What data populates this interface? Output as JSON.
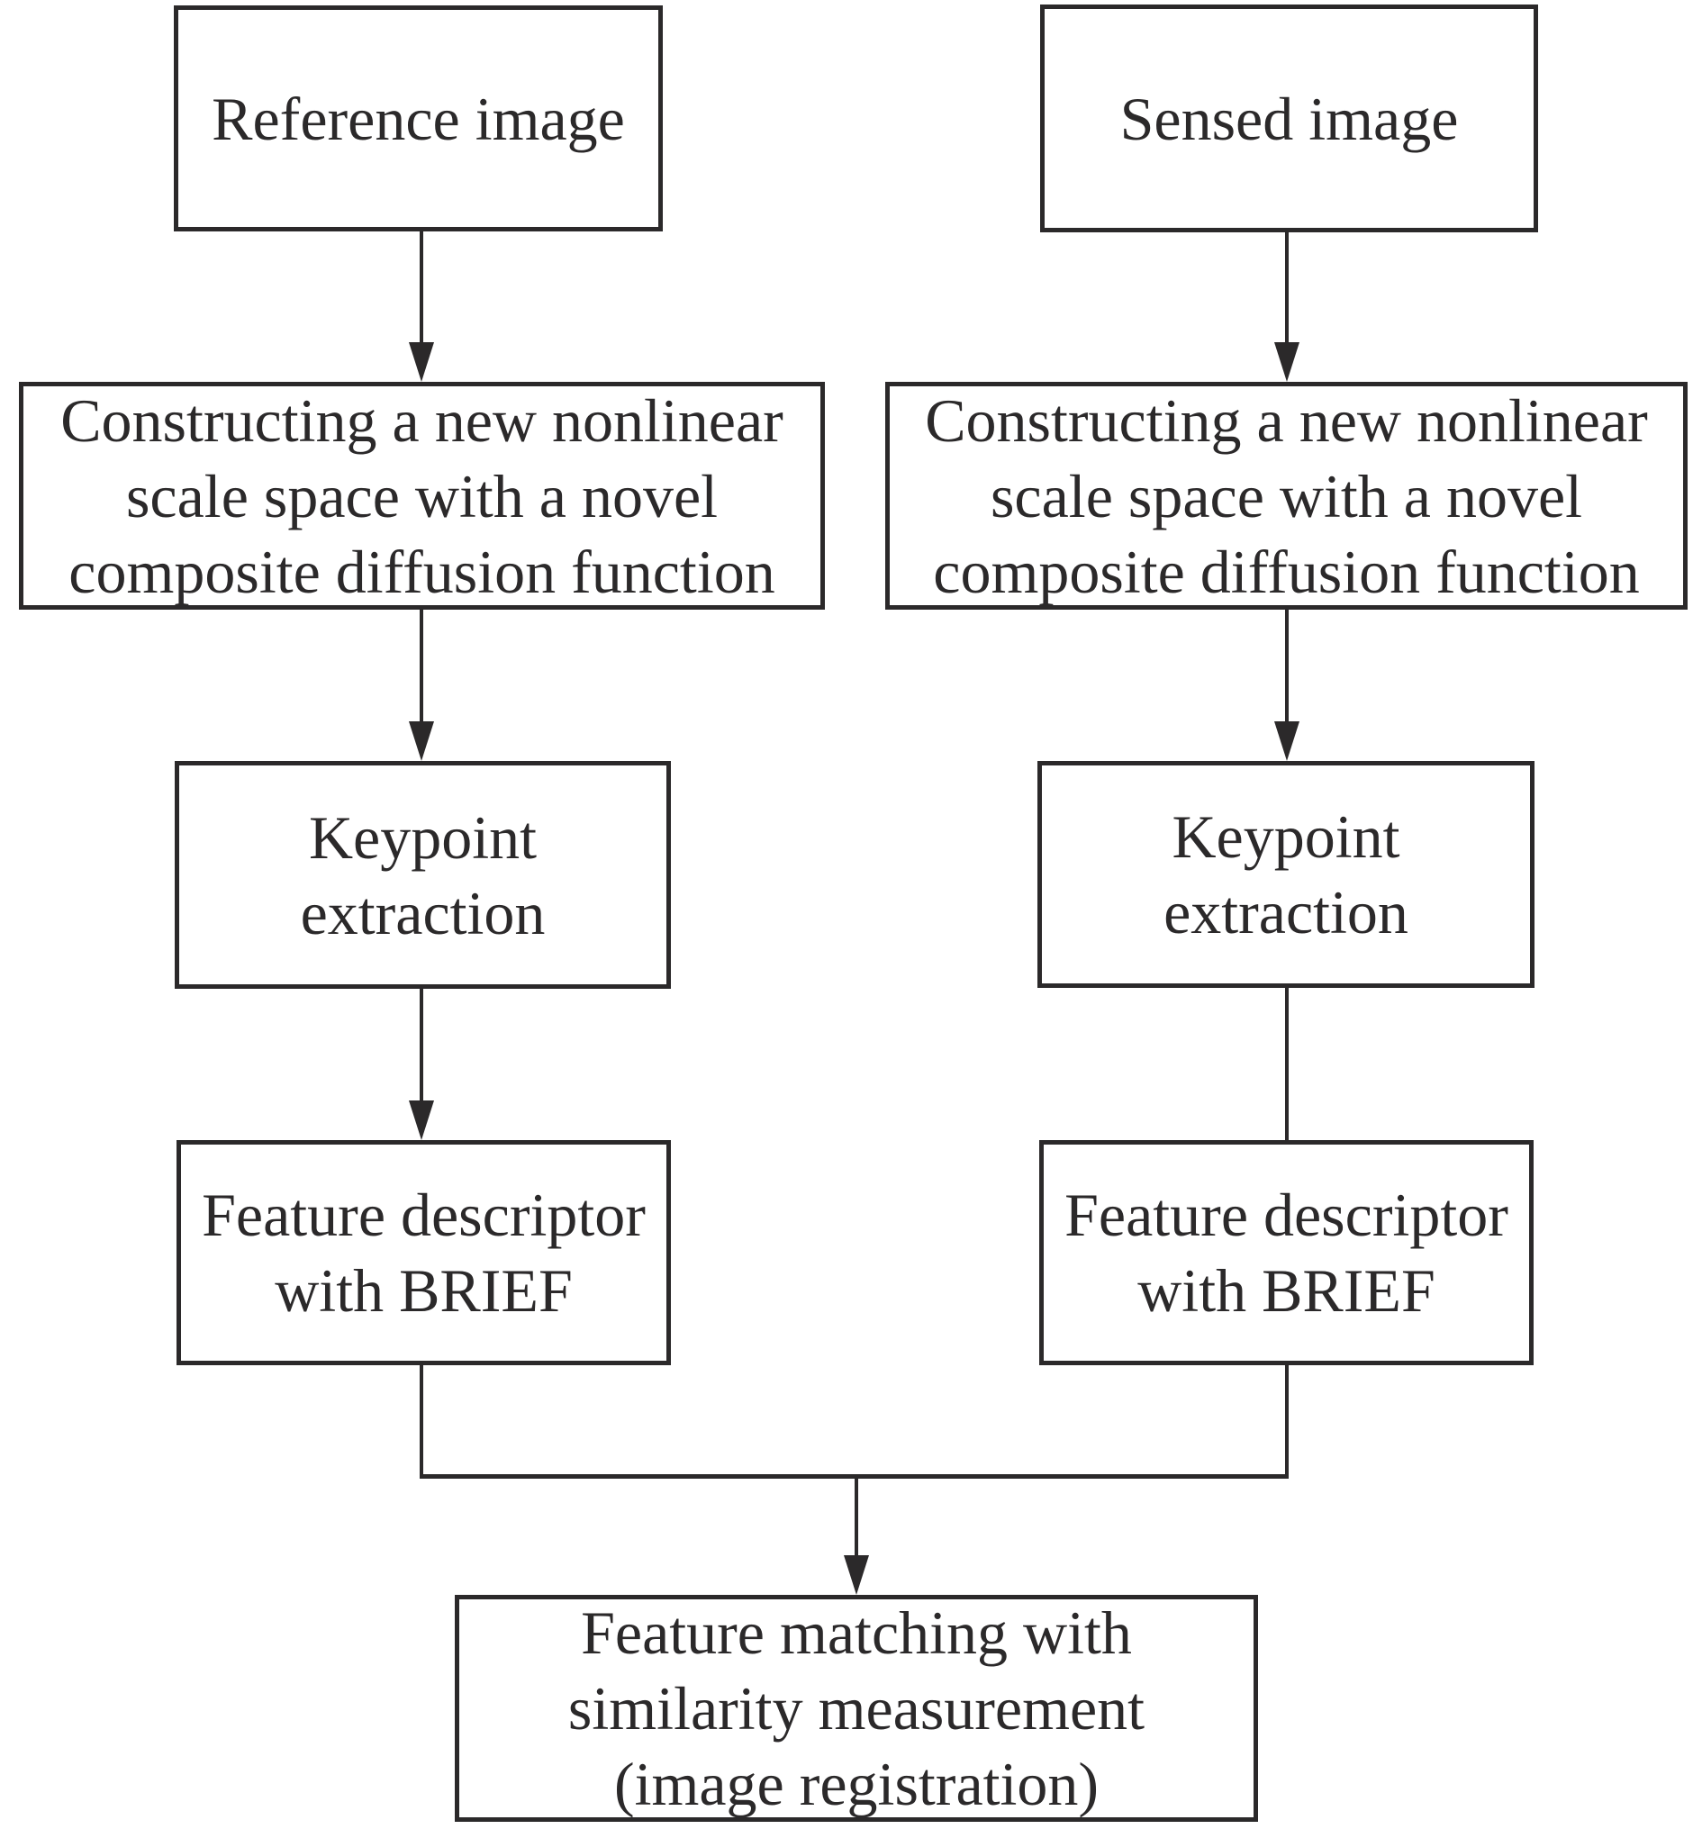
{
  "diagram": {
    "type": "flowchart",
    "colors": {
      "background": "#ffffff",
      "stroke": "#2b292a",
      "text": "#2b292a"
    },
    "nodes": {
      "reference_image": {
        "lines": [
          "Reference image"
        ]
      },
      "sensed_image": {
        "lines": [
          "Sensed image"
        ]
      },
      "construct_scale_space_left": {
        "lines": [
          "Constructing a new nonlinear",
          "scale space with a novel",
          "composite diffusion function"
        ]
      },
      "construct_scale_space_right": {
        "lines": [
          "Constructing a new nonlinear",
          "scale space with a novel",
          "composite diffusion function"
        ]
      },
      "keypoint_extraction_left": {
        "lines": [
          "Keypoint",
          "extraction"
        ]
      },
      "keypoint_extraction_right": {
        "lines": [
          "Keypoint",
          "extraction"
        ]
      },
      "feature_descriptor_left": {
        "lines": [
          "Feature descriptor",
          "with BRIEF"
        ]
      },
      "feature_descriptor_right": {
        "lines": [
          "Feature descriptor",
          "with BRIEF"
        ]
      },
      "feature_matching": {
        "lines": [
          "Feature matching with",
          "similarity measurement",
          "(image registration)"
        ]
      }
    },
    "edges": [
      {
        "from": "reference_image",
        "to": "construct_scale_space_left",
        "arrowhead": true
      },
      {
        "from": "sensed_image",
        "to": "construct_scale_space_right",
        "arrowhead": true
      },
      {
        "from": "construct_scale_space_left",
        "to": "keypoint_extraction_left",
        "arrowhead": true
      },
      {
        "from": "construct_scale_space_right",
        "to": "keypoint_extraction_right",
        "arrowhead": true
      },
      {
        "from": "keypoint_extraction_left",
        "to": "feature_descriptor_left",
        "arrowhead": true
      },
      {
        "from": "keypoint_extraction_right",
        "to": "feature_descriptor_right",
        "arrowhead": false
      },
      {
        "from": "feature_descriptor_left",
        "to": "feature_matching",
        "arrowhead": true,
        "via": "merge-junction"
      },
      {
        "from": "feature_descriptor_right",
        "to": "feature_matching",
        "arrowhead": true,
        "via": "merge-junction"
      }
    ]
  }
}
